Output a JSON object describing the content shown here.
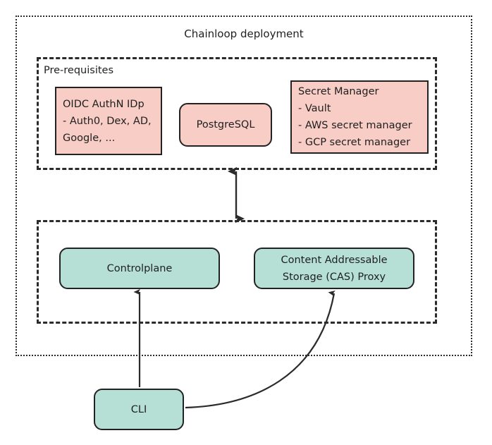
{
  "diagram": {
    "title": "Chainloop deployment",
    "groups": [
      {
        "id": "prerequisites",
        "label": "Pre-requisites"
      },
      {
        "id": "services",
        "label": ""
      }
    ],
    "nodes": {
      "oidc": {
        "lines": [
          "OIDC AuthN IDp",
          "- Auth0, Dex, AD,",
          "Google, ..."
        ],
        "color": "#f8cdc6"
      },
      "postgres": {
        "lines": [
          "PostgreSQL"
        ],
        "color": "#f8cdc6"
      },
      "secret_manager": {
        "lines": [
          "Secret Manager",
          "- Vault",
          "- AWS secret manager",
          "- GCP secret manager"
        ],
        "color": "#f8cdc6"
      },
      "controlplane": {
        "lines": [
          "Controlplane"
        ],
        "color": "#b6e0d6"
      },
      "cas_proxy": {
        "lines": [
          "Content Addressable",
          "Storage (CAS) Proxy"
        ],
        "color": "#b6e0d6"
      },
      "cli": {
        "lines": [
          "CLI"
        ],
        "color": "#b6e0d6"
      }
    },
    "connectors": [
      {
        "id": "prereq-services-link",
        "from": "services",
        "to": "prerequisites",
        "style": "double-arrow-vertical"
      },
      {
        "id": "cli-controlplane-link",
        "from": "cli",
        "to": "controlplane",
        "style": "arrow-straight"
      },
      {
        "id": "cli-cas-link",
        "from": "cli",
        "to": "cas_proxy",
        "style": "arrow-curved"
      }
    ],
    "colors": {
      "stroke": "#222222",
      "pink_fill": "#f8cdc6",
      "green_fill": "#b6e0d6",
      "text": "#1f1f1f"
    }
  }
}
